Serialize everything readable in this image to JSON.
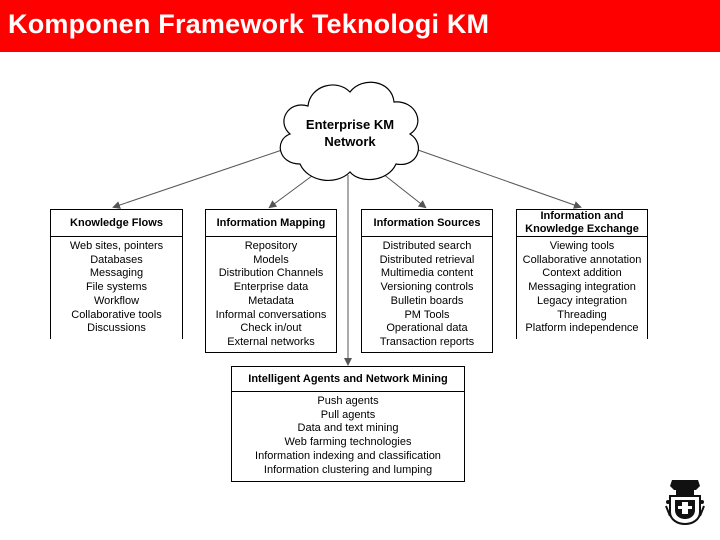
{
  "slide": {
    "title": "Komponen Framework Teknologi KM"
  },
  "colors": {
    "title_bar": "#ff0000",
    "title_text": "#ffffff",
    "box_border": "#000000",
    "connector": "#555555"
  },
  "diagram": {
    "cloud": {
      "line1": "Enterprise KM",
      "line2": "Network"
    },
    "boxes": {
      "knowledge_flows": {
        "heading": "Knowledge Flows",
        "items": [
          "Web sites, pointers",
          "Databases",
          "Messaging",
          "File systems",
          "Workflow",
          "Collaborative tools",
          "Discussions"
        ]
      },
      "information_mapping": {
        "heading": "Information Mapping",
        "items": [
          "Repository",
          "Models",
          "Distribution Channels",
          "Enterprise data",
          "Metadata",
          "Informal conversations",
          "Check in/out",
          "External networks"
        ]
      },
      "information_sources": {
        "heading": "Information Sources",
        "items": [
          "Distributed search",
          "Distributed retrieval",
          "Multimedia content",
          "Versioning controls",
          "Bulletin boards",
          "PM Tools",
          "Operational data",
          "Transaction reports"
        ]
      },
      "information_exchange": {
        "heading_line1": "Information and",
        "heading_line2": "Knowledge Exchange",
        "items": [
          "Viewing tools",
          "Collaborative annotation",
          "Context addition",
          "Messaging integration",
          "Legacy integration",
          "Threading",
          "Platform independence"
        ]
      },
      "intelligent_agents": {
        "heading": "Intelligent Agents and Network Mining",
        "items": [
          "Push agents",
          "Pull agents",
          "Data and text mining",
          "Web farming technologies",
          "Information indexing and classification",
          "Information clustering and lumping"
        ]
      }
    }
  },
  "logo": {
    "icon": "university-crest-icon"
  }
}
